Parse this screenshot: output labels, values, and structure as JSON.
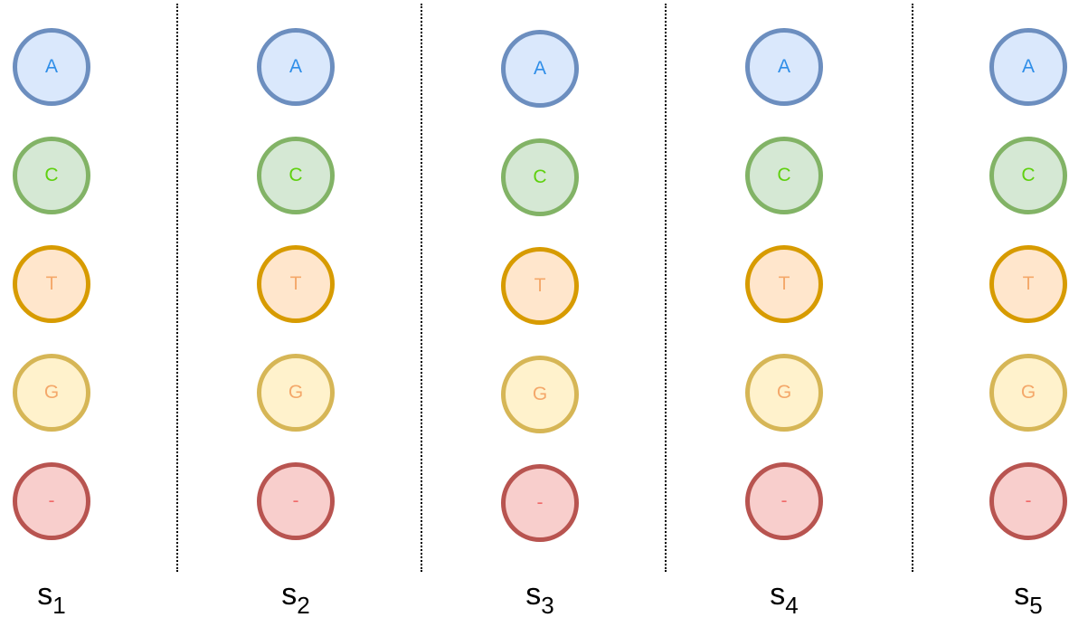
{
  "columns": [
    {
      "label_base": "s",
      "label_sub": "1",
      "nodes": [
        "A",
        "C",
        "T",
        "G",
        "-"
      ]
    },
    {
      "label_base": "s",
      "label_sub": "2",
      "nodes": [
        "A",
        "C",
        "T",
        "G",
        "-"
      ]
    },
    {
      "label_base": "s",
      "label_sub": "3",
      "nodes": [
        "A",
        "C",
        "T",
        "G",
        "-"
      ]
    },
    {
      "label_base": "s",
      "label_sub": "4",
      "nodes": [
        "A",
        "C",
        "T",
        "G",
        "-"
      ]
    },
    {
      "label_base": "s",
      "label_sub": "5",
      "nodes": [
        "A",
        "C",
        "T",
        "G",
        "-"
      ]
    }
  ],
  "colors": {
    "A": {
      "fill": "#dae8fc",
      "stroke": "#6c8ebf",
      "text": "#2f8ee8"
    },
    "C": {
      "fill": "#d5e8d4",
      "stroke": "#82b366",
      "text": "#5fd00f"
    },
    "T": {
      "fill": "#ffe6cc",
      "stroke": "#d79b00",
      "text": "#f4a86a"
    },
    "G": {
      "fill": "#fff2cc",
      "stroke": "#d6b656",
      "text": "#f4a86a"
    },
    "-": {
      "fill": "#f8cecc",
      "stroke": "#b85450",
      "text": "#f06a6a"
    }
  }
}
